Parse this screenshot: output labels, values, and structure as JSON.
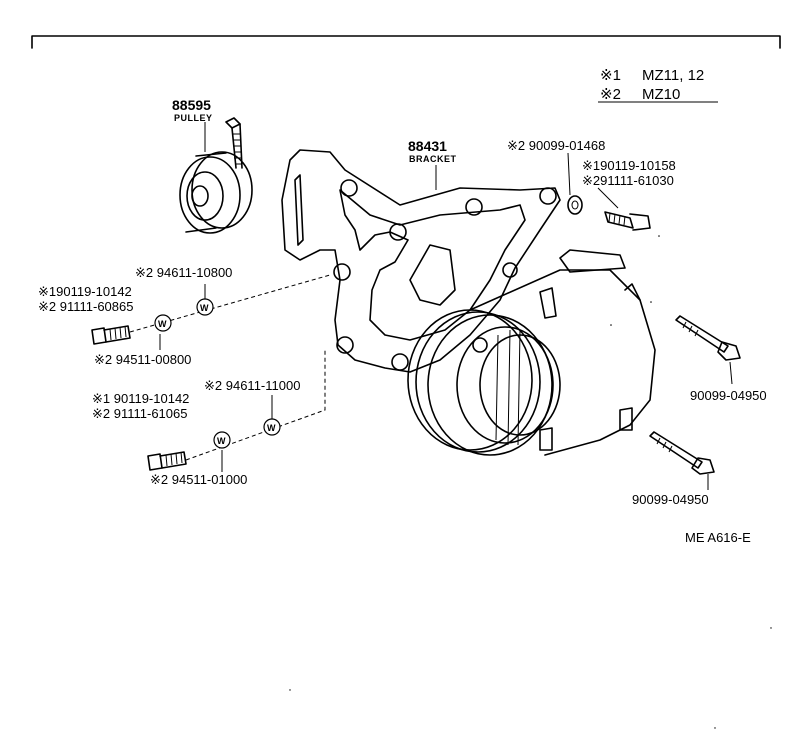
{
  "legend": [
    {
      "mark": "※1",
      "text": "MZ11, 12"
    },
    {
      "mark": "※2",
      "text": "MZ10"
    }
  ],
  "parts": {
    "pulley": {
      "number": "88595",
      "name": "PULLEY"
    },
    "bracket": {
      "number": "88431",
      "name": "BRACKET"
    },
    "p_90099_01468": "※2 90099-01468",
    "p_190119_10158": "※190119-10158",
    "p_291111_61030": "※291111-61030",
    "p_94611_10800": "※2 94611-10800",
    "p_190119_10142a": "※190119-10142",
    "p_291111_60865": "※2 91111-60865",
    "p_94511_00800": "※2 94511-00800",
    "p_94611_11000": "※2 94611-11000",
    "p_190119_10142b": "※1 90119-10142",
    "p_291111_61065": "※2 91111-61065",
    "p_94511_01000": "※2 94511-01000",
    "bolt_upper": "90099-04950",
    "bolt_lower": "90099-04950"
  },
  "washer_mark": "W",
  "footer_code": "ME A616-E"
}
